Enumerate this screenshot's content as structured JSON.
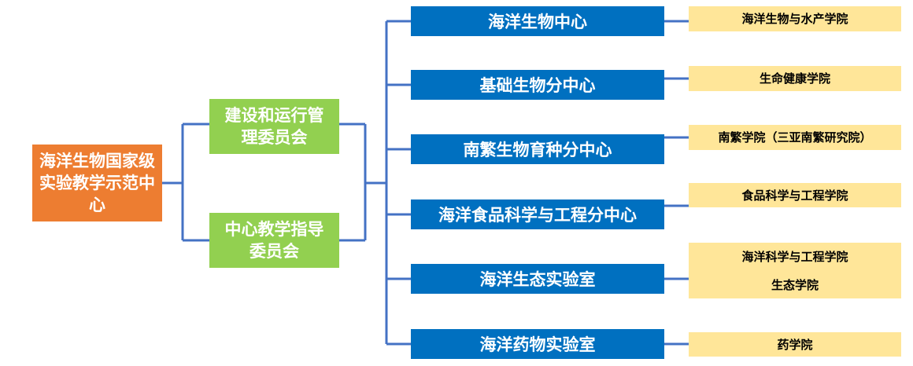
{
  "root": {
    "label": "海洋生物国家级实验教学示范中心"
  },
  "committees": [
    {
      "label": "建设和运行管理委员会"
    },
    {
      "label": "中心教学指导委员会"
    }
  ],
  "centers": [
    {
      "label": "海洋生物中心",
      "colleges": [
        "海洋生物与水产学院"
      ]
    },
    {
      "label": "基础生物分中心",
      "colleges": [
        "生命健康学院"
      ]
    },
    {
      "label": "南繁生物育种分中心",
      "colleges": [
        "南繁学院（三亚南繁研究院）"
      ]
    },
    {
      "label": "海洋食品科学与工程分中心",
      "colleges": [
        "食品科学与工程学院"
      ]
    },
    {
      "label": "海洋生态实验室",
      "colleges": [
        "海洋科学与工程学院",
        "生态学院"
      ]
    },
    {
      "label": "海洋药物实验室",
      "colleges": [
        "药学院"
      ]
    }
  ],
  "colors": {
    "root": "#ED7D31",
    "committee": "#92D050",
    "center": "#0070C0",
    "college": "#FFE699",
    "connector": "#4472C4"
  }
}
